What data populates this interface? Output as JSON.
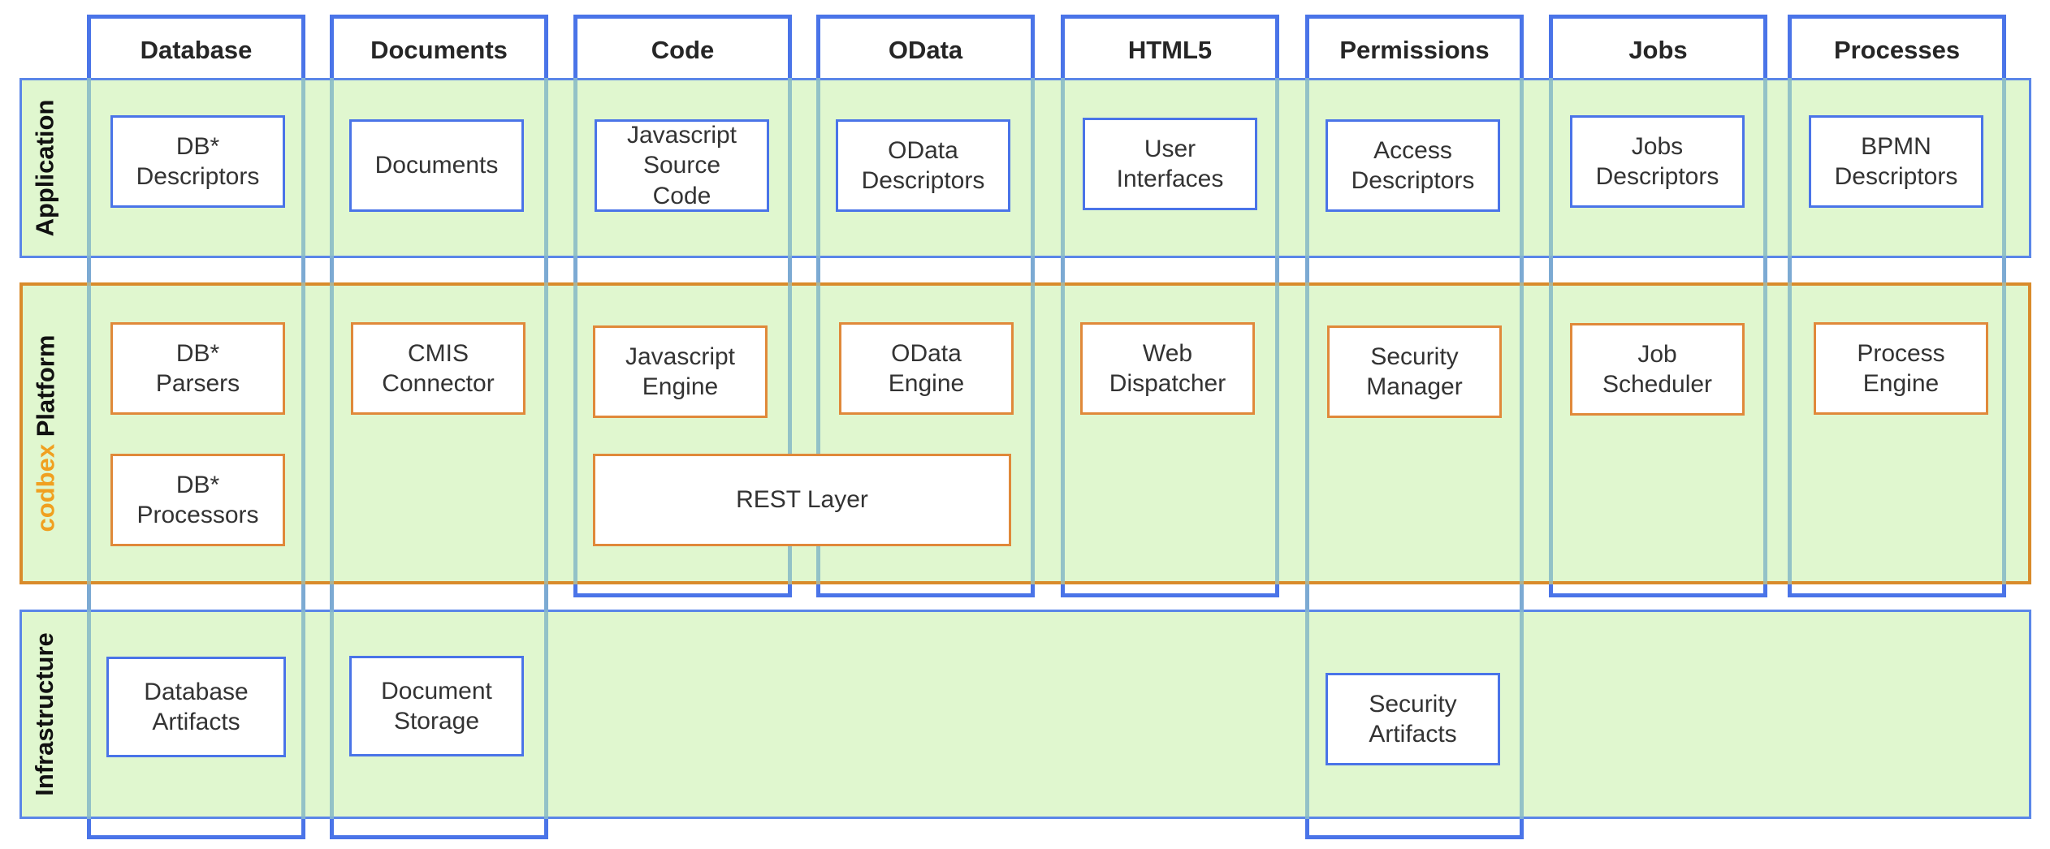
{
  "columns": [
    {
      "title": "Database"
    },
    {
      "title": "Documents"
    },
    {
      "title": "Code"
    },
    {
      "title": "OData"
    },
    {
      "title": "HTML5"
    },
    {
      "title": "Permissions"
    },
    {
      "title": "Jobs"
    },
    {
      "title": "Processes"
    }
  ],
  "layers": {
    "application": {
      "label": "Application"
    },
    "platform": {
      "label_accent": "codbex",
      "label": " Platform"
    },
    "infrastructure": {
      "label": "Infrastructure"
    }
  },
  "components": {
    "db_descriptors": "DB*\nDescriptors",
    "documents": "Documents",
    "js_source_code": "Javascript\nSource\nCode",
    "odata_descriptors": "OData\nDescriptors",
    "user_interfaces": "User\nInterfaces",
    "access_descriptors": "Access\nDescriptors",
    "jobs_descriptors": "Jobs\nDescriptors",
    "bpmn_descriptors": "BPMN\nDescriptors",
    "db_parsers": "DB*\nParsers",
    "cmis_connector": "CMIS\nConnector",
    "js_engine": "Javascript\nEngine",
    "odata_engine": "OData\nEngine",
    "web_dispatcher": "Web\nDispatcher",
    "security_manager": "Security\nManager",
    "job_scheduler": "Job\nScheduler",
    "process_engine": "Process\nEngine",
    "db_processors": "DB*\nProcessors",
    "rest_layer": "REST Layer",
    "database_artifacts": "Database\nArtifacts",
    "document_storage": "Document\nStorage",
    "security_artifacts": "Security\nArtifacts"
  },
  "colors": {
    "column_border": "#4a74e8",
    "band_fill": "#dff7cc",
    "platform_border": "#d98b2b",
    "brand_accent": "#f0a020",
    "platform_component_border": "#e0893a"
  }
}
